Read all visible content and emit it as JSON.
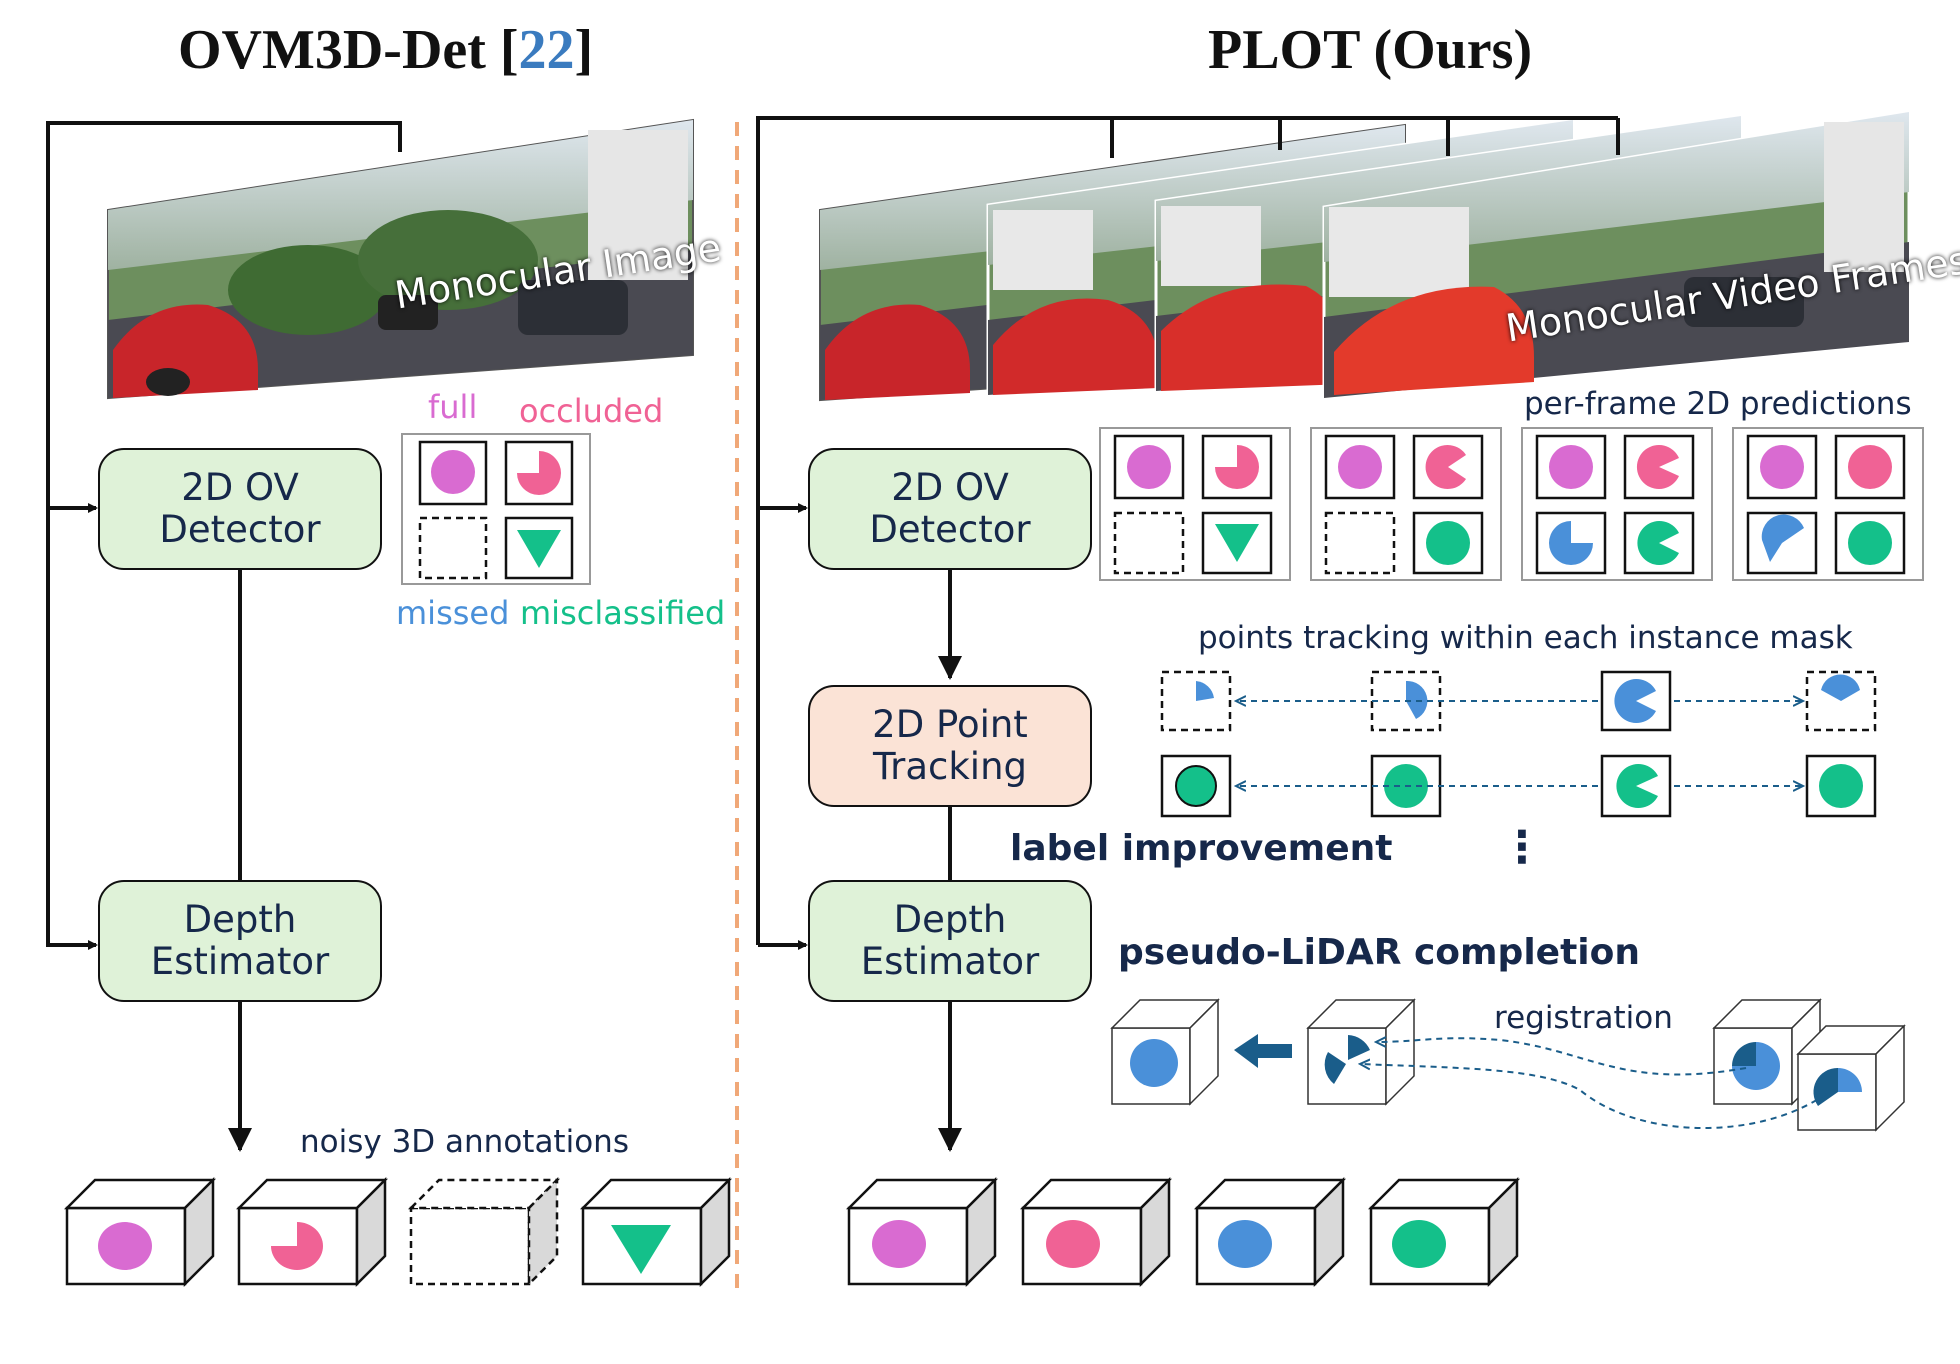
{
  "left": {
    "title": "OVM3D-Det",
    "title_ref": "22",
    "image_label": "Monocular Image",
    "detector_label": "2D OV Detector",
    "depth_label": "Depth Estimator",
    "legend": {
      "full": "full",
      "occluded": "occluded",
      "missed": "missed",
      "misclassified": "misclassified"
    },
    "output_label": "noisy 3D annotations"
  },
  "right": {
    "title": "PLOT (Ours)",
    "image_label": "Monocular Video Frames",
    "detector_label": "2D OV Detector",
    "tracking_label": "2D Point Tracking",
    "depth_label": "Depth Estimator",
    "per_frame_label": "per-frame 2D predictions",
    "tracking_caption": "points tracking within each instance mask",
    "label_improvement": "label improvement",
    "ellipsis": "⋮",
    "pseudo_lidar": "pseudo-LiDAR completion",
    "registration": "registration"
  },
  "colors": {
    "full": "#d96bd1",
    "occluded": "#f06295",
    "missed": "#4a90d9",
    "misclassified": "#14c08a",
    "dark_blue": "#1a5d8a",
    "title_ref": "#3a7bbf",
    "divider": "#f0a878",
    "box_green": "#dff2d8",
    "box_orange": "#fbe3d6",
    "text_navy": "#16284a"
  }
}
